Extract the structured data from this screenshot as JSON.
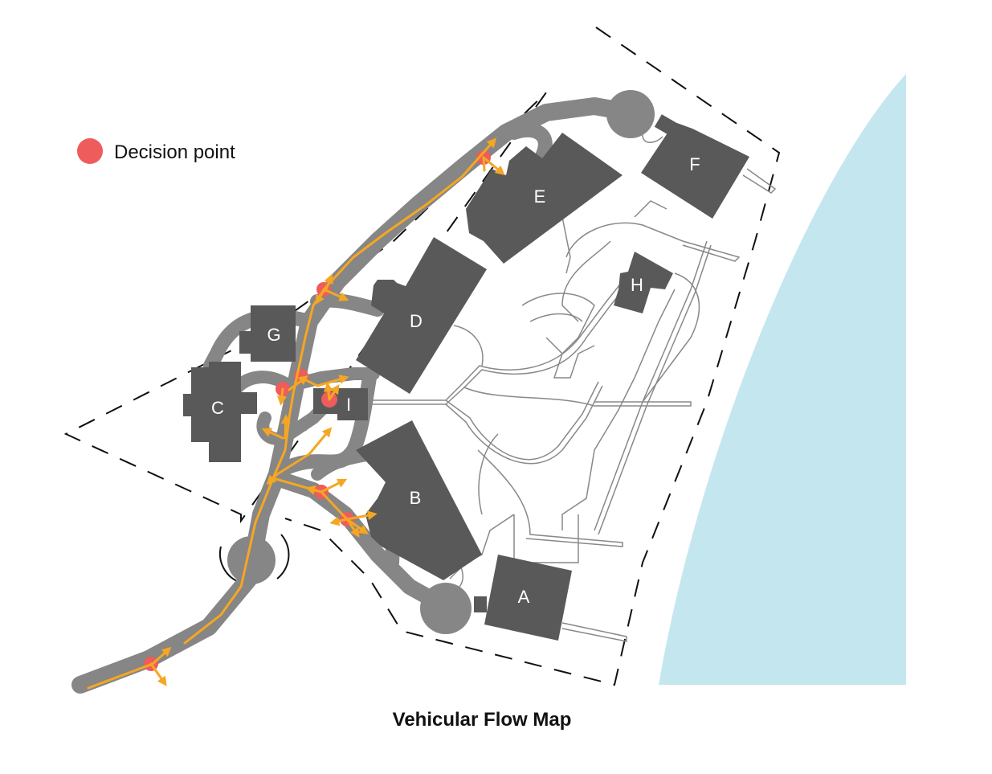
{
  "title": "Vehicular Flow Map",
  "legend": {
    "decision_point_label": "Decision point"
  },
  "buildings": [
    {
      "id": "A",
      "label": "A"
    },
    {
      "id": "B",
      "label": "B"
    },
    {
      "id": "C",
      "label": "C"
    },
    {
      "id": "D",
      "label": "D"
    },
    {
      "id": "E",
      "label": "E"
    },
    {
      "id": "F",
      "label": "F"
    },
    {
      "id": "G",
      "label": "G"
    },
    {
      "id": "H",
      "label": "H"
    },
    {
      "id": "I",
      "label": "I"
    }
  ],
  "colors": {
    "building": "#595959",
    "road": "#858685",
    "flow": "#f5a623",
    "decision_point": "#ee5c5c",
    "water": "#c4e7ef",
    "boundary": "#111111",
    "path": "#888888"
  }
}
